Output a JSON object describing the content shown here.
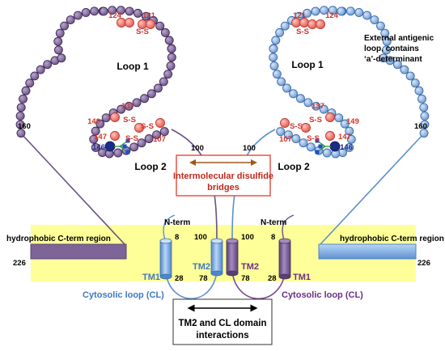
{
  "labels": {
    "loop1": "Loop 1",
    "loop2": "Loop 2",
    "external_note_line1": "External antigenic",
    "external_note_line2": "loop, contains",
    "external_note_line3": "‘a’-determinant",
    "disulfide_line1": "Intermolecular disulfide",
    "disulfide_line2": "bridges",
    "hydrophobic_c_term": "hydrophobic C-term region",
    "n_term": "N-term",
    "tm1": "TM1",
    "tm2": "TM2",
    "cytosolic_loop": "Cytosolic loop (CL)",
    "interactions_line1": "TM2 and CL domain",
    "interactions_line2": "interactions",
    "ss": "S-S"
  },
  "residues": {
    "r121": "121",
    "r124": "124",
    "r137": "137",
    "r149": "149",
    "r147": "147",
    "r146": "146",
    "r107": "107",
    "r160": "160",
    "r100": "100",
    "r8": "8",
    "r28": "28",
    "r78": "78",
    "r226": "226"
  },
  "colors": {
    "left_protein": "#7e6598",
    "right_protein": "#8fb6e6",
    "cysteine": "#f08a83",
    "n_glycan_core": "#1c2a8a",
    "membrane": "#ffff99",
    "highlight_box": "#e23a2d",
    "arrow_brown": "#9c5a1e"
  }
}
